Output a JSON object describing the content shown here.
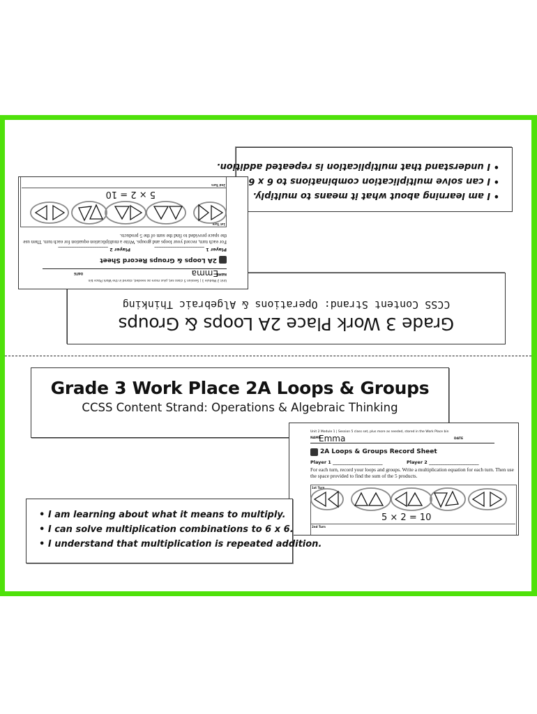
{
  "card": {
    "title": "Grade 3 Work Place 2A Loops & Groups",
    "strand": "CCSS Content Strand: Operations & Algebraic Thinking",
    "objectives": [
      "• I am learning about what it means to multiply.",
      "• I can solve multiplication combinations to 6 x 6.",
      "• I understand that multiplication is repeated addition."
    ]
  },
  "sheet": {
    "header": "Unit 2  Module 1   |   Session 5  class set, plus more as needed, stored in the Work Place bin",
    "name_label": "NAME",
    "name_value": "Emma",
    "date_label": "DATE",
    "title": "2A Loops & Groups Record Sheet",
    "player1": "Player 1 ______________________",
    "player2": "Player 2 ______________________",
    "instructions": "For each turn, record your loops and groups. Write a multiplication equation for each turn. Then use the space provided to find the sum of the 5 products.",
    "turn1": "1st Turn",
    "equation": "5 × 2 = 10",
    "turn2": "2nd Turn"
  },
  "colors": {
    "frame": "#4fe10a"
  }
}
